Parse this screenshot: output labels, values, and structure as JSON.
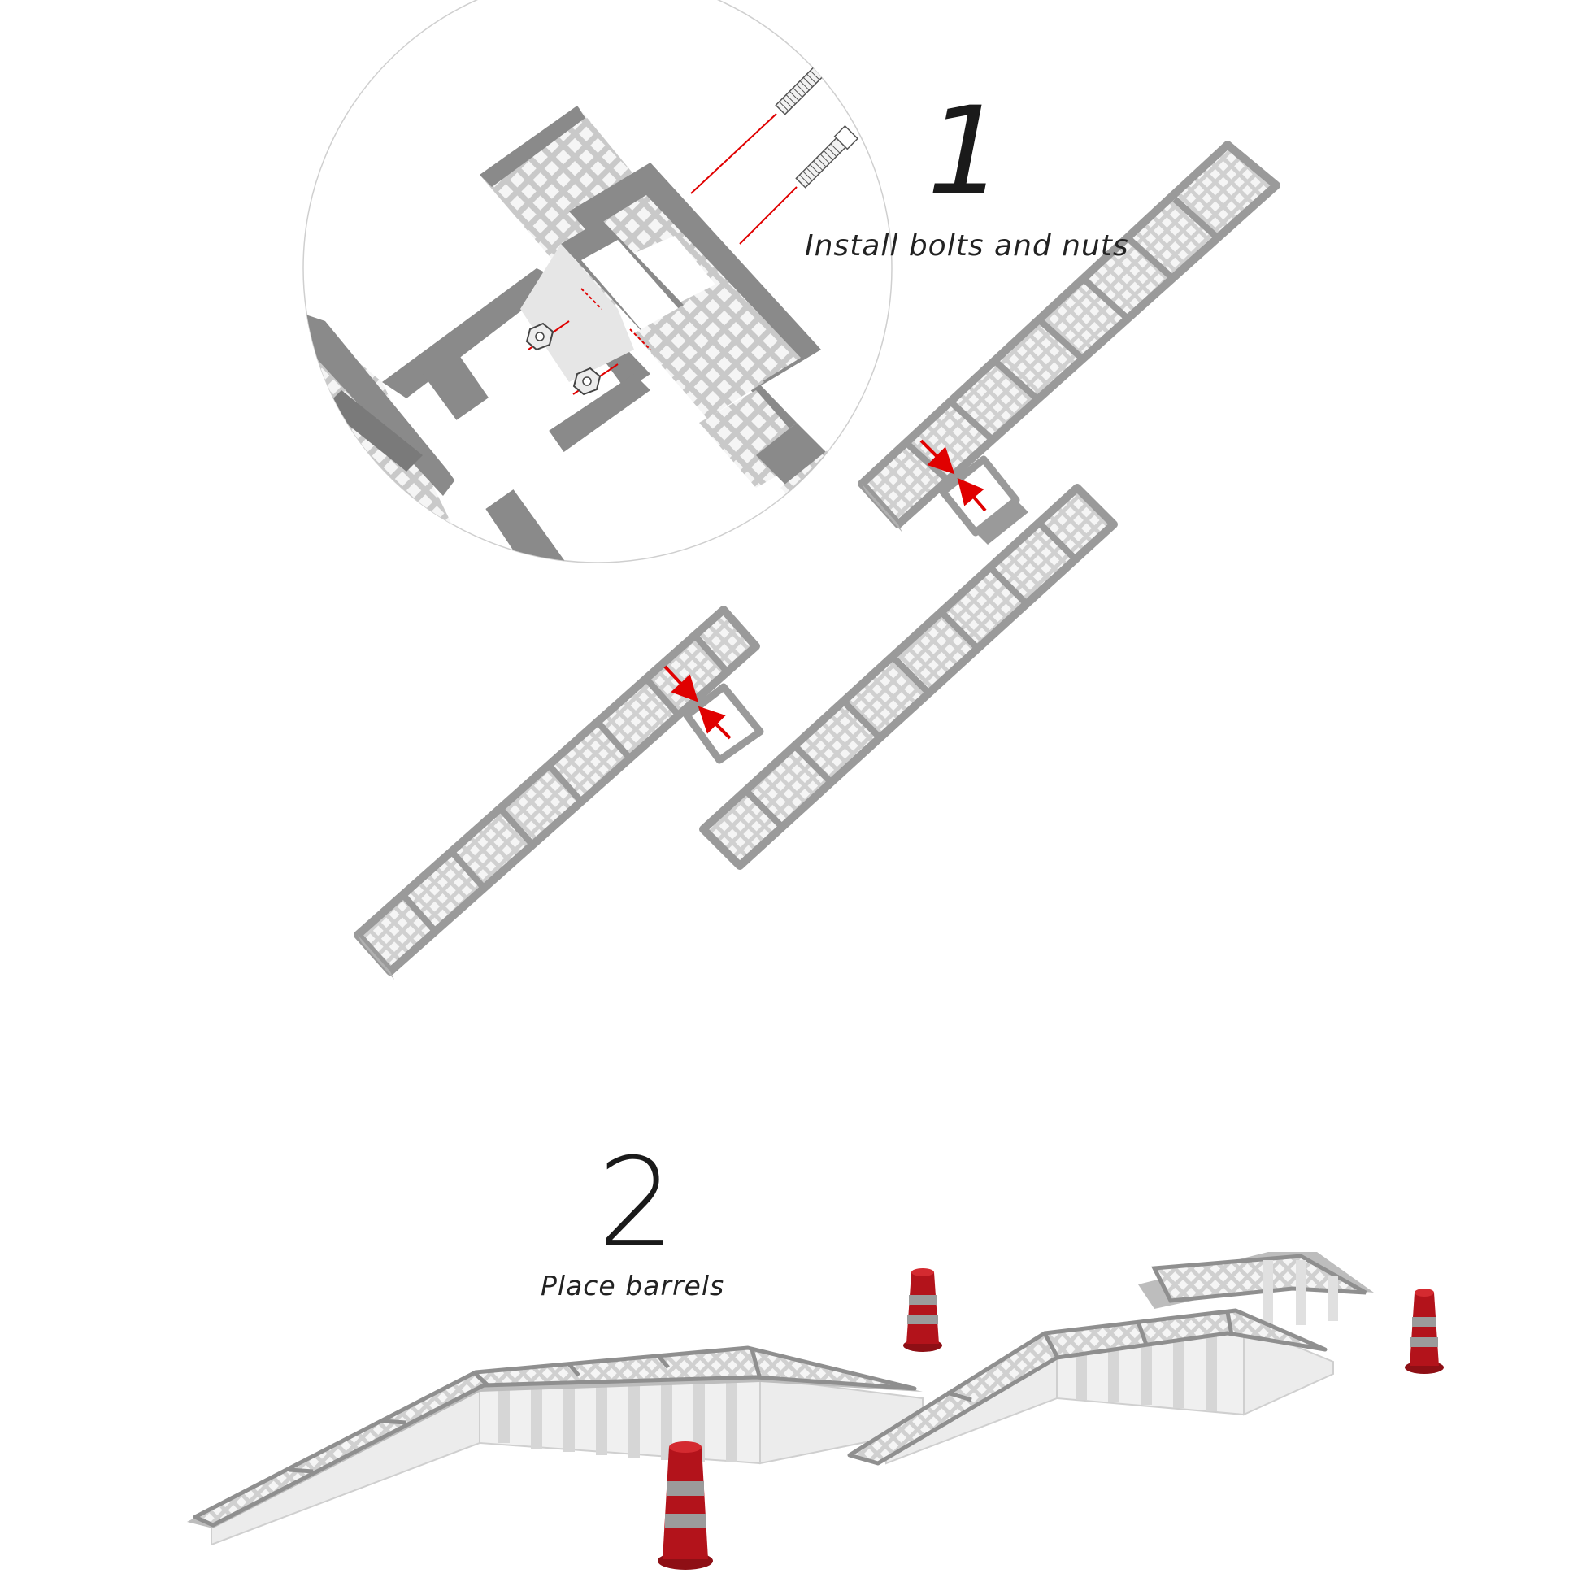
{
  "steps": [
    {
      "number": "1",
      "caption": "Install bolts and nuts"
    },
    {
      "number": "2",
      "caption": "Place barrels"
    }
  ],
  "colors": {
    "frame": "#8a8a8a",
    "frame_dark": "#6f6f6f",
    "mesh_bg": "#d4d4d4",
    "mesh_line": "#f4f4f4",
    "arrow": "#e00000",
    "barrel_red": "#b3131b",
    "barrel_band": "#9b9b9b",
    "ramp_side": "#e9e9e9"
  },
  "icons": [
    "bolt-icon",
    "nut-icon",
    "arrow-icon",
    "barrel-icon"
  ]
}
